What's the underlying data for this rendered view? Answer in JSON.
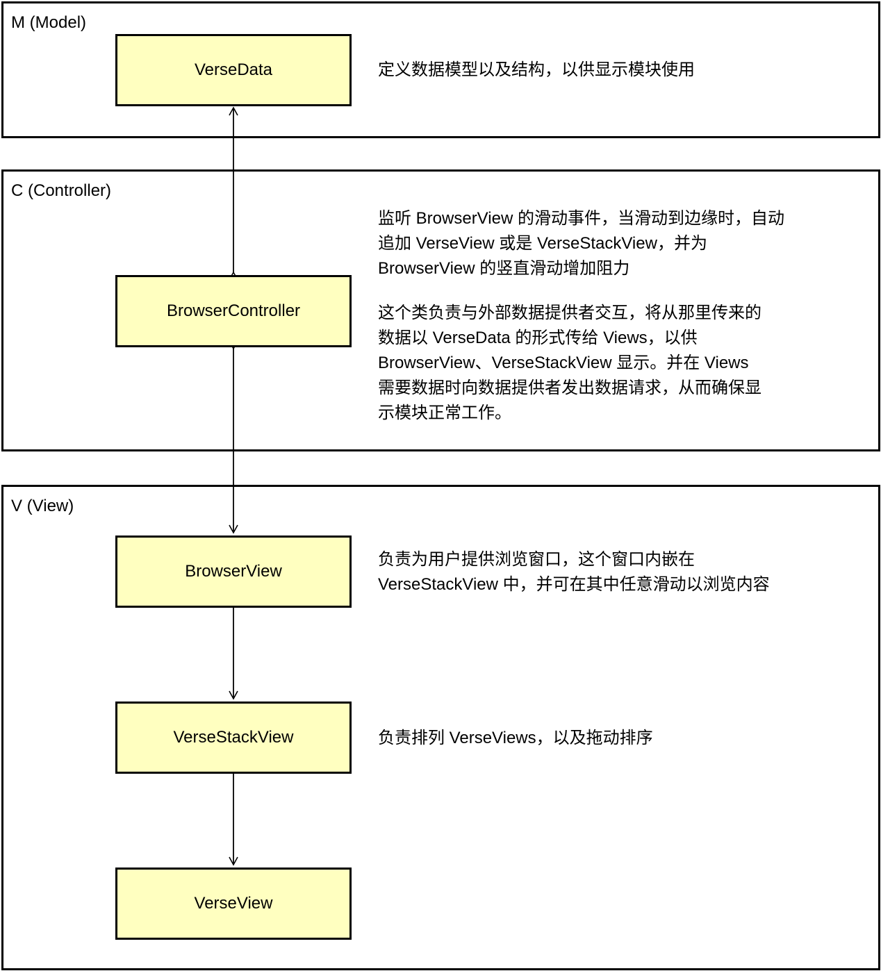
{
  "layers": {
    "model": {
      "label": "M (Model)"
    },
    "controller": {
      "label": "C (Controller)"
    },
    "view": {
      "label": "V (View)"
    }
  },
  "nodes": {
    "verse_data": "VerseData",
    "browser_controller": "BrowserController",
    "browser_view": "BrowserView",
    "verse_stack_view": "VerseStackView",
    "verse_view": "VerseView"
  },
  "descriptions": {
    "verse_data": "定义数据模型以及结构，以供显示模块使用",
    "controller_scroll": "监听 BrowserView 的滑动事件，当滑动到边缘时，自动\n追加 VerseView 或是 VerseStackView，并为\nBrowserView 的竖直滑动增加阻力",
    "controller_data": "这个类负责与外部数据提供者交互，将从那里传来的\n数据以 VerseData 的形式传给 Views，以供\nBrowserView、VerseStackView 显示。并在 Views\n需要数据时向数据提供者发出数据请求，从而确保显\n示模块正常工作。",
    "browser_view": "负责为用户提供浏览窗口，这个窗口内嵌在\nVerseStackView 中，并可在其中任意滑动以浏览内容",
    "verse_stack_view": "负责排列 VerseViews，以及拖动排序"
  },
  "colors": {
    "node_fill": "#ffffc0",
    "border": "#000000",
    "background": "#ffffff"
  }
}
